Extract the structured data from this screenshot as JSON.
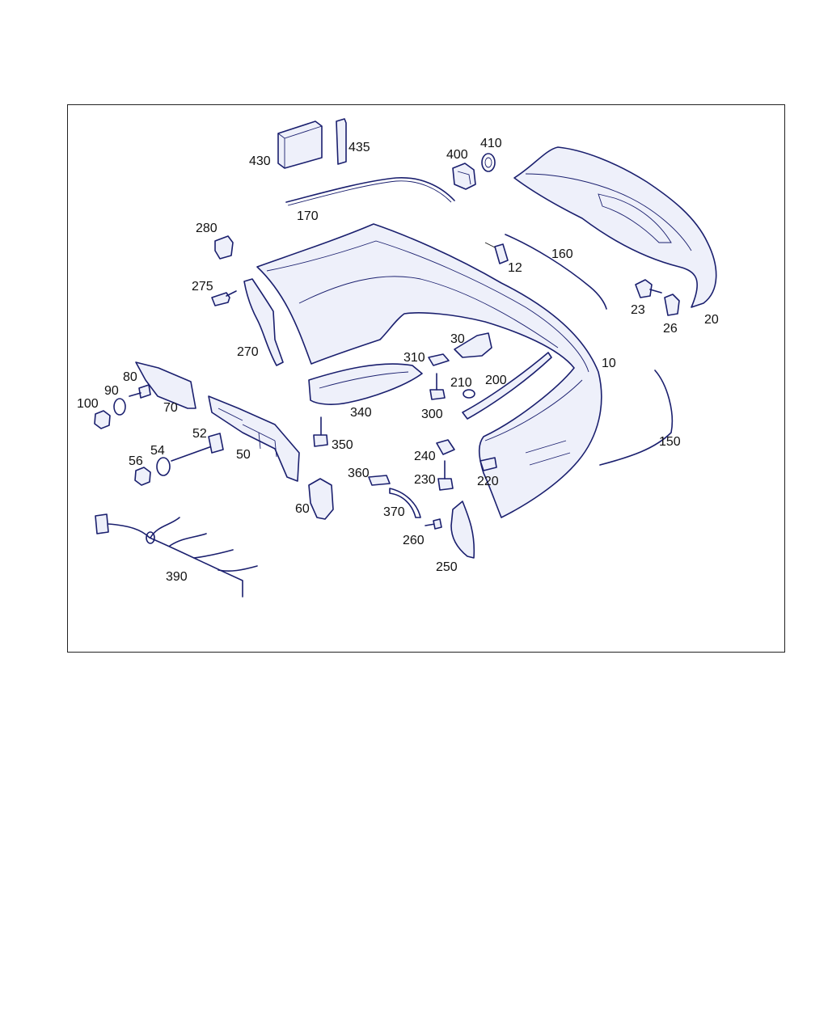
{
  "diagram": {
    "part_labels": {
      "p10": "10",
      "p12": "12",
      "p20": "20",
      "p23": "23",
      "p26": "26",
      "p30": "30",
      "p50": "50",
      "p52": "52",
      "p54": "54",
      "p56": "56",
      "p60": "60",
      "p70": "70",
      "p80": "80",
      "p90": "90",
      "p100": "100",
      "p150": "150",
      "p160": "160",
      "p170": "170",
      "p200": "200",
      "p210": "210",
      "p220": "220",
      "p230": "230",
      "p240": "240",
      "p250": "250",
      "p260": "260",
      "p270": "270",
      "p275": "275",
      "p280": "280",
      "p300": "300",
      "p310": "310",
      "p340": "340",
      "p350": "350",
      "p360": "360",
      "p370": "370",
      "p390": "390",
      "p400": "400",
      "p410": "410",
      "p430": "430",
      "p435": "435"
    },
    "line_color": "#1a1f6e",
    "frame_color": "#222222"
  }
}
